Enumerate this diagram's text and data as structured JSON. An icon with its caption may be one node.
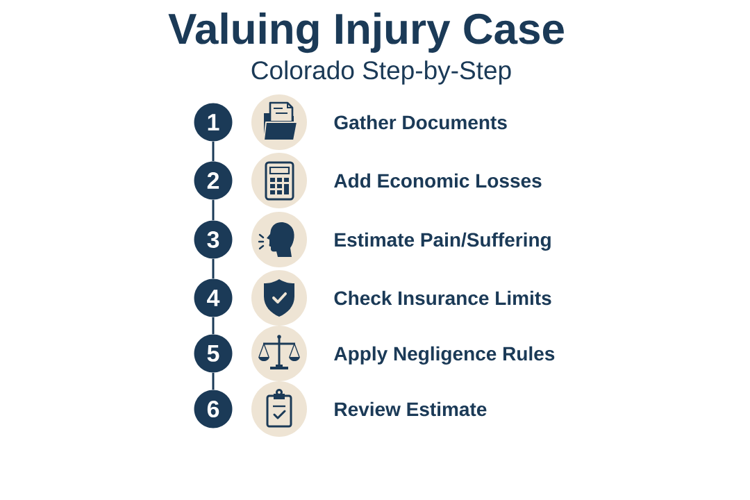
{
  "diagram": {
    "title": "Valuing Injury Case",
    "nodes": [
      {
        "text": [
          "1"
        ]
      },
      {
        "text": [
          "2"
        ]
      },
      {
        "text": [
          "3"
        ]
      },
      {
        "text": [
          "4"
        ]
      },
      {
        "text": [
          "5"
        ]
      },
      {
        "text": [
          "6"
        ]
      }
    ],
    "edges": [
      {
        "from": 0,
        "to": 1,
        "arrow": "none"
      },
      {
        "from": 1,
        "to": 2,
        "arrow": "none"
      },
      {
        "from": 2,
        "to": 3,
        "arrow": "none"
      },
      {
        "from": 3,
        "to": 4,
        "arrow": "none"
      },
      {
        "from": 4,
        "to": 5,
        "arrow": "none"
      }
    ],
    "labels": [
      "Colorado Step-by-Step",
      "Gather Documents",
      "Add Economic Losses",
      "Estimate Pain/Suffering",
      "Check Insurance Limits",
      "Apply Negligence Rules",
      "Review Estimate"
    ]
  }
}
